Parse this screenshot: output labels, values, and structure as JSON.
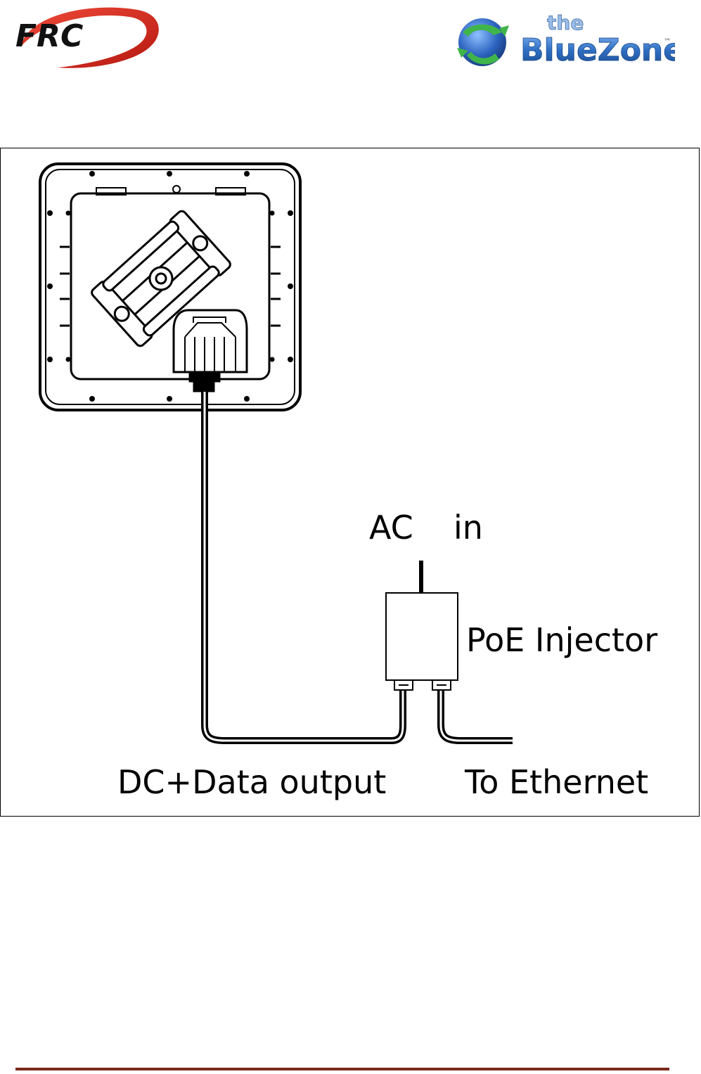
{
  "header": {
    "left_logo": {
      "text": "FRC",
      "color": "#e0261b"
    },
    "right_logo": {
      "small_text": "the",
      "text": "BlueZone",
      "tm": "™",
      "color": "#2f6fc4"
    }
  },
  "diagram": {
    "labels": {
      "ac_in": "AC  in",
      "poe_injector": "PoE Injector",
      "dc_data_output": "DC+Data output",
      "to_ethernet": "To Ethernet"
    }
  },
  "footer": {
    "rule_color": "#7a2a20"
  }
}
